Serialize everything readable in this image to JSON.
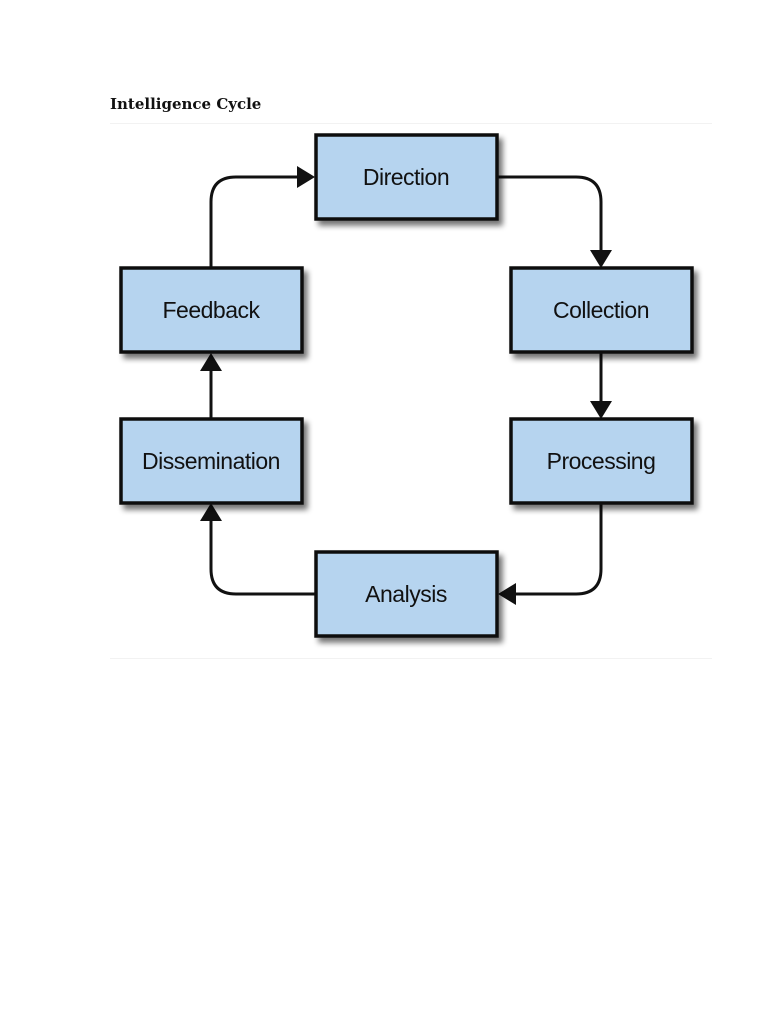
{
  "page": {
    "title": "Intelligence Cycle"
  },
  "diagram": {
    "type": "cycle",
    "nodes": [
      {
        "id": "direction",
        "label": "Direction"
      },
      {
        "id": "collection",
        "label": "Collection"
      },
      {
        "id": "processing",
        "label": "Processing"
      },
      {
        "id": "analysis",
        "label": "Analysis"
      },
      {
        "id": "dissemination",
        "label": "Dissemination"
      },
      {
        "id": "feedback",
        "label": "Feedback"
      }
    ],
    "edges": [
      {
        "from": "direction",
        "to": "collection"
      },
      {
        "from": "collection",
        "to": "processing"
      },
      {
        "from": "processing",
        "to": "analysis"
      },
      {
        "from": "analysis",
        "to": "dissemination"
      },
      {
        "from": "dissemination",
        "to": "feedback"
      },
      {
        "from": "feedback",
        "to": "direction"
      }
    ],
    "colors": {
      "box_fill": "#b6d4ef",
      "box_stroke": "#111111",
      "arrow": "#111111"
    }
  }
}
